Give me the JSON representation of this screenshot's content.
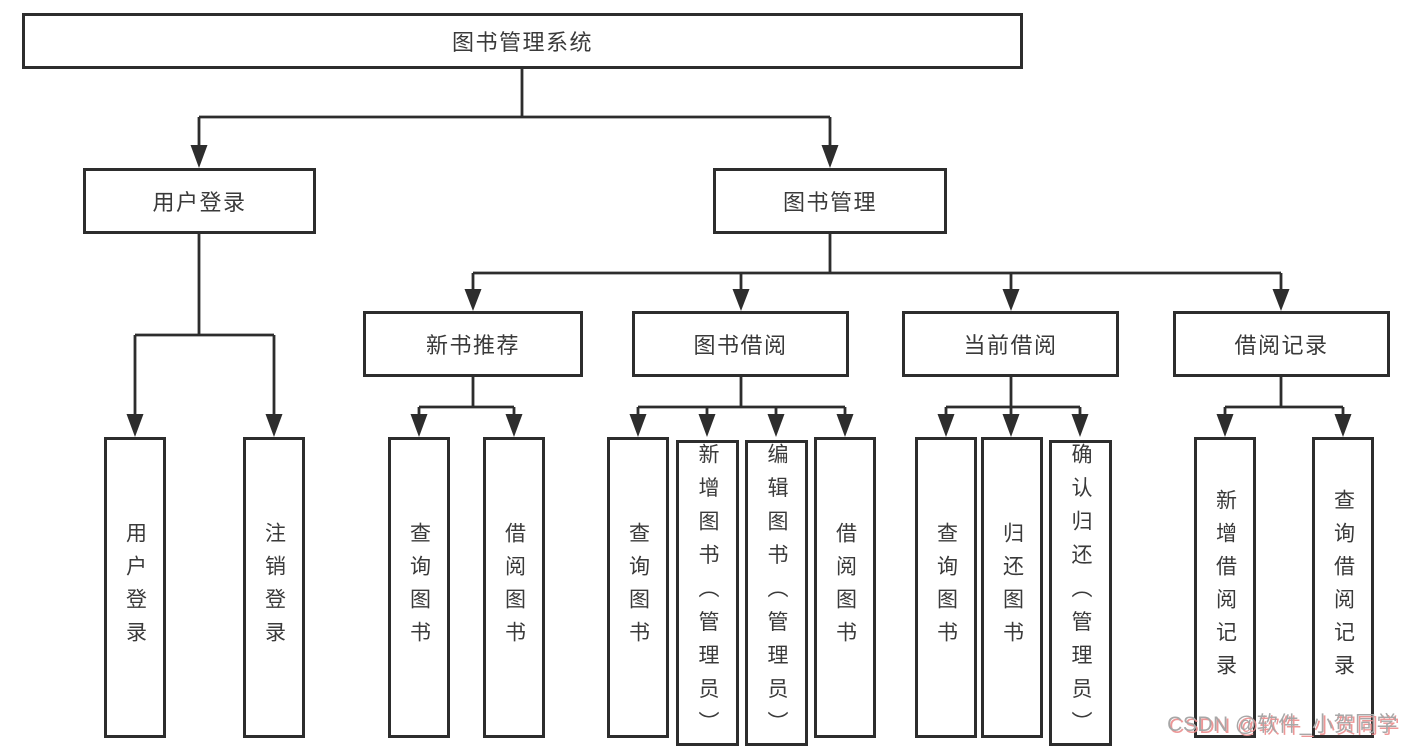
{
  "diagram": {
    "type": "tree",
    "root": {
      "label": "图书管理系统",
      "children": [
        {
          "label": "用户登录",
          "children": [
            {
              "label": "用户登录"
            },
            {
              "label": "注销登录"
            }
          ]
        },
        {
          "label": "图书管理",
          "children": [
            {
              "label": "新书推荐",
              "children": [
                {
                  "label": "查询图书"
                },
                {
                  "label": "借阅图书"
                }
              ]
            },
            {
              "label": "图书借阅",
              "children": [
                {
                  "label": "查询图书"
                },
                {
                  "label": "新增图书（管理员）"
                },
                {
                  "label": "编辑图书（管理员）"
                },
                {
                  "label": "借阅图书"
                }
              ]
            },
            {
              "label": "当前借阅",
              "children": [
                {
                  "label": "查询图书"
                },
                {
                  "label": "归还图书"
                },
                {
                  "label": "确认归还（管理员）"
                }
              ]
            },
            {
              "label": "借阅记录",
              "children": [
                {
                  "label": "新增借阅记录"
                },
                {
                  "label": "查询借阅记录"
                }
              ]
            }
          ]
        }
      ]
    }
  },
  "watermark": {
    "text": "CSDN @软件_小贺同学"
  },
  "colors": {
    "background": "#ffffff",
    "line": "#2d2d2d",
    "box_border": "#2d2d2d",
    "text": "#3a3a3a",
    "watermark_gray": "#a7a7a7",
    "watermark_red_shadow": "#eb8c8c"
  }
}
